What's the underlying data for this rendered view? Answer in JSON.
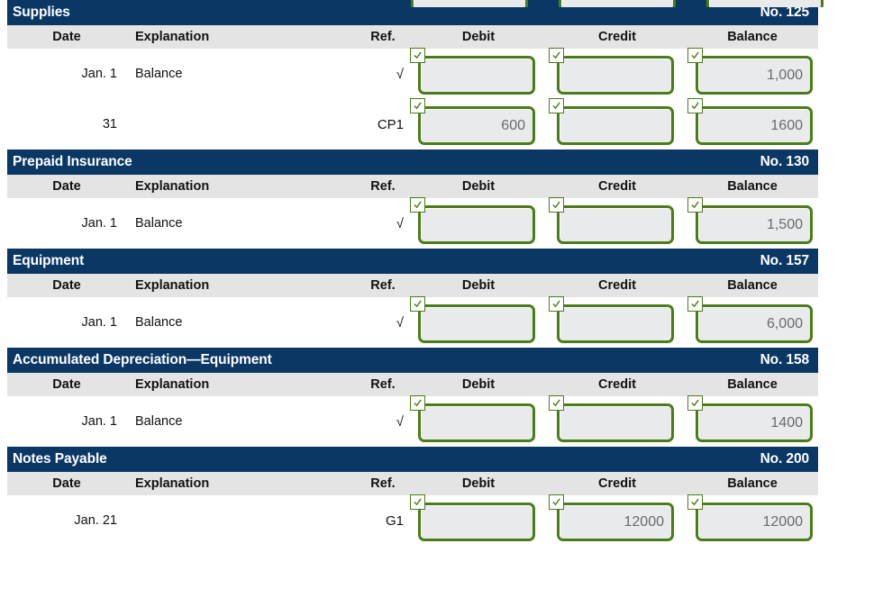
{
  "theme": {
    "header_bg": "#0b3765",
    "header_text": "#ffffff",
    "colhead_bg": "#e4e4e4",
    "field_border": "#4a7d19",
    "field_bg": "#e8eaec",
    "field_text": "#6a6a6a",
    "page_bg": "#ffffff"
  },
  "columns": {
    "date": "Date",
    "explanation": "Explanation",
    "ref": "Ref.",
    "debit": "Debit",
    "credit": "Credit",
    "balance": "Balance"
  },
  "icons": {
    "check_badge": "checkmark-badge-icon",
    "ref_check": "√"
  },
  "clipped_top_row": {
    "note": "partial row of three input boxes cut off at the top of the viewport",
    "fields": [
      "",
      "",
      ""
    ]
  },
  "ledgers": [
    {
      "title": "Supplies",
      "number": "No. 125",
      "rows": [
        {
          "date": "Jan. 1",
          "explanation": "Balance",
          "ref": "√",
          "debit": "",
          "credit": "",
          "balance": "1,000"
        },
        {
          "date": "31",
          "explanation": "",
          "ref": "CP1",
          "debit": "600",
          "credit": "",
          "balance": "1600"
        }
      ]
    },
    {
      "title": "Prepaid Insurance",
      "number": "No. 130",
      "rows": [
        {
          "date": "Jan. 1",
          "explanation": "Balance",
          "ref": "√",
          "debit": "",
          "credit": "",
          "balance": "1,500"
        }
      ]
    },
    {
      "title": "Equipment",
      "number": "No. 157",
      "rows": [
        {
          "date": "Jan. 1",
          "explanation": "Balance",
          "ref": "√",
          "debit": "",
          "credit": "",
          "balance": "6,000"
        }
      ]
    },
    {
      "title": "Accumulated Depreciation—Equipment",
      "number": "No. 158",
      "rows": [
        {
          "date": "Jan. 1",
          "explanation": "Balance",
          "ref": "√",
          "debit": "",
          "credit": "",
          "balance": "1400"
        }
      ]
    },
    {
      "title": "Notes Payable",
      "number": "No. 200",
      "rows": [
        {
          "date": "Jan. 21",
          "explanation": "",
          "ref": "G1",
          "debit": "",
          "credit": "12000",
          "balance": "12000"
        }
      ]
    }
  ]
}
